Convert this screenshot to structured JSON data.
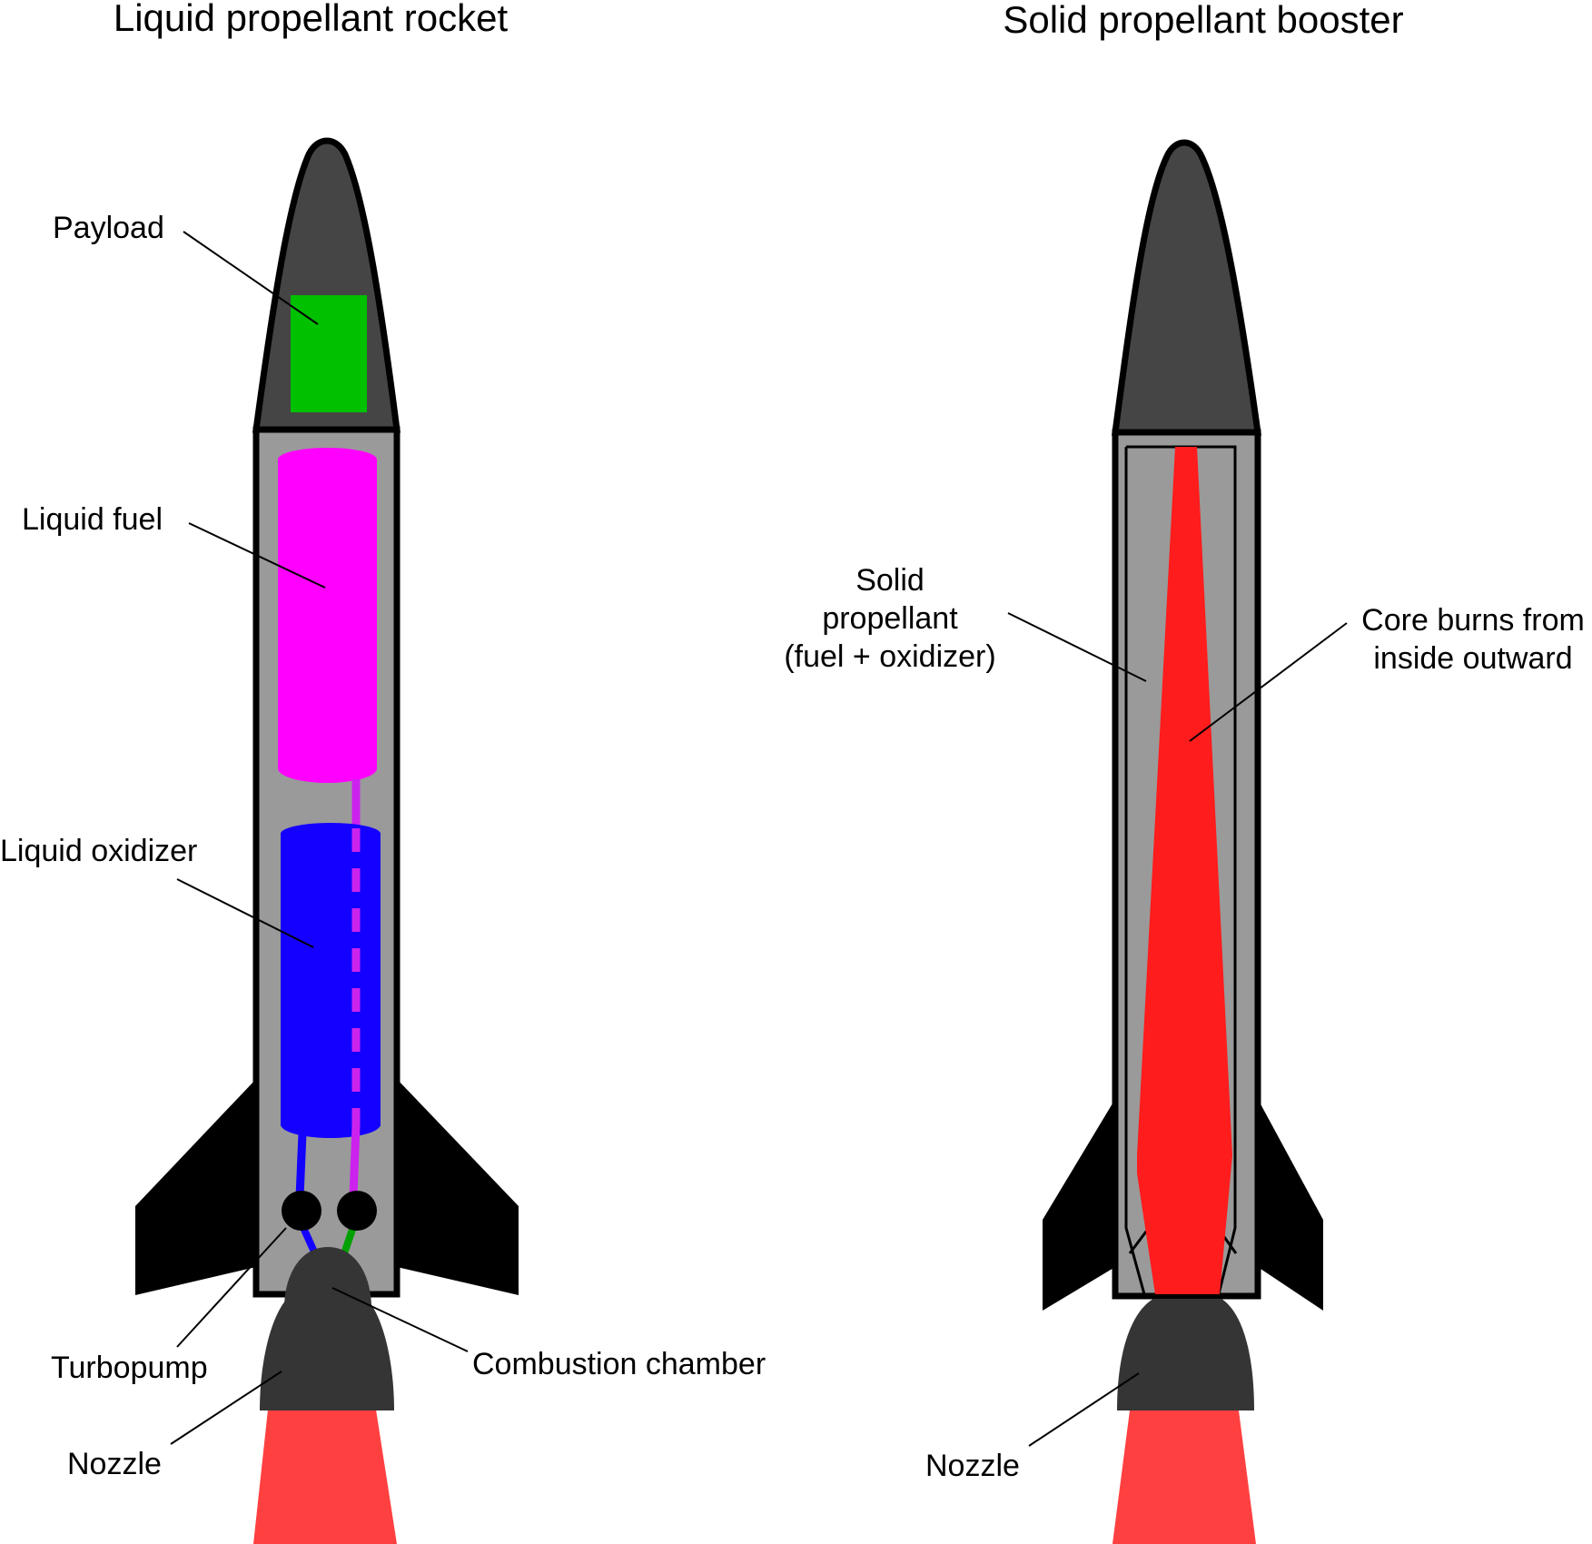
{
  "colors": {
    "nose": "#454545",
    "body": "#9a9a9a",
    "outline": "#000000",
    "fins": "#000000",
    "payload": "#00c000",
    "liquid_fuel": "#ff00ff",
    "liquid_oxidizer": "#1400ff",
    "fuel_line": "#cc22ee",
    "green_line": "#00a000",
    "nozzle": "#353535",
    "exhaust": "#ff4040",
    "core_burn": "#ff1c1c"
  },
  "liquid": {
    "title": "Liquid propellant rocket",
    "labels": {
      "payload": "Payload",
      "liquid_fuel": "Liquid fuel",
      "liquid_oxidizer": "Liquid oxidizer",
      "turbopump": "Turbopump",
      "combustion_chamber": "Combustion chamber",
      "nozzle": "Nozzle"
    }
  },
  "solid": {
    "title": "Solid propellant booster",
    "labels": {
      "propellant_line1": "Solid",
      "propellant_line2": "propellant",
      "propellant_line3": "(fuel + oxidizer)",
      "core_line1": "Core burns from",
      "core_line2": "inside outward",
      "nozzle": "Nozzle"
    }
  }
}
